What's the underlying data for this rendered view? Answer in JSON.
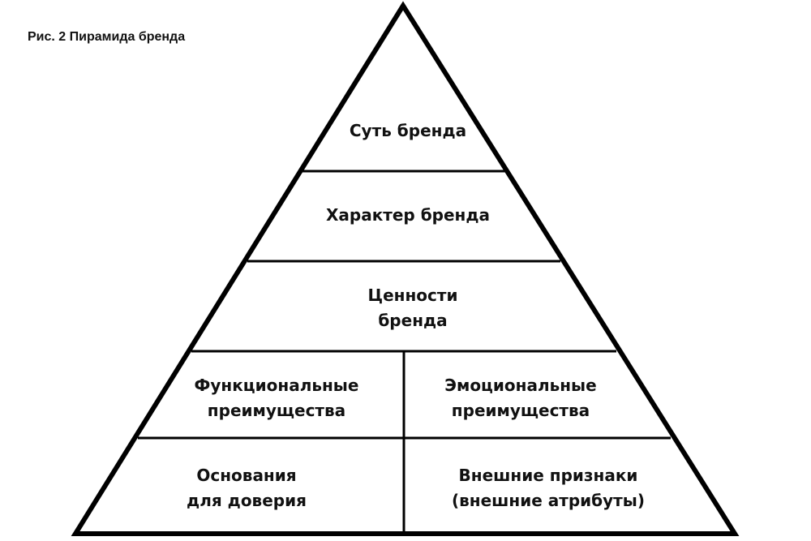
{
  "caption": "Рис. 2 Пирамида бренда",
  "pyramid": {
    "levels": [
      {
        "label": "Суть бренда"
      },
      {
        "label": "Характер бренда"
      },
      {
        "label_line1": "Ценности",
        "label_line2": "бренда"
      },
      {
        "left_line1": "Функциональные",
        "left_line2": "преимущества",
        "right_line1": "Эмоциональные",
        "right_line2": "преимущества"
      },
      {
        "left_line1": "Основания",
        "left_line2": "для доверия",
        "right_line1": "Внешние признаки",
        "right_line2": "(внешние атрибуты)"
      }
    ],
    "line_color": "#000000"
  }
}
